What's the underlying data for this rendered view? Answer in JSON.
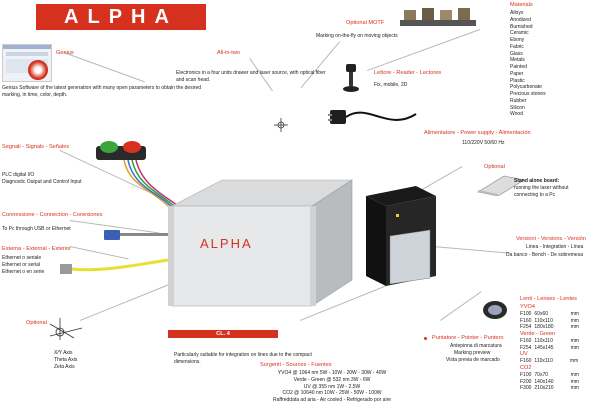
{
  "banner": {
    "title": "ALPHA"
  },
  "genius": {
    "label": "Genius",
    "text": "Genius Software of  the latest generation with many open parameters to obtain the desired marking, in time, color, depth."
  },
  "all_in_two": {
    "label": "All-in-two",
    "text": "Electronics in a four units drawer and laser source, with optical fiber and scan head."
  },
  "optional_motf": {
    "label": "Optional MOTF",
    "text": "Marking on-the-fly on moving objects"
  },
  "materials": {
    "label": "Materials",
    "items": [
      "Alloys",
      "Anodized",
      "Burnished",
      "Ceramic",
      "Ebony",
      "Fabric",
      "Glass",
      "Metals",
      "Painted",
      "Paper",
      "Plastic",
      "Polycarbonate",
      "Precious stones",
      "Rubber",
      "Silicon",
      "Wood"
    ]
  },
  "readers": {
    "label": "Lettore - Reader - Lectores",
    "text": "Fix, mobile, 2D"
  },
  "power": {
    "label": "Alimentatore - Power supply - Alimentación",
    "text": "110/220V 50/60 Hz"
  },
  "signals": {
    "label": "Segnali - Signals - Señales",
    "line1": "PLC digital I/O",
    "line2": "Diagnostic Output and Control Input"
  },
  "connections": {
    "label": "Connessione - Connection - Conexiones",
    "text": "To Pc through USB or Ethernet"
  },
  "external": {
    "label": "Esterna - External - Exterior",
    "lines": [
      "Ethernet o seriale",
      "Ethernet or serial",
      "Ethernet o en serie"
    ]
  },
  "device": {
    "front_text": "ALPHA"
  },
  "optional_standalone": {
    "label": "Optional",
    "title": "Stand alone board:",
    "text": "running the laser without connecting to a Pc"
  },
  "versions": {
    "label": "Versioni - Versions - Versión",
    "line1": "Linea - Integration - Línea",
    "line2": "Da banco - Bench - De sobremesa"
  },
  "optional_axis": {
    "label": "Optional",
    "lines": [
      "X/Y Axis",
      "Theta Axis",
      "Zeta Axis"
    ]
  },
  "cl4": {
    "text": "CL. 4"
  },
  "integration": {
    "text": "Particularly suitable for integration on lines due to the compact dimensions."
  },
  "pointer": {
    "label": "Puntatore - Pointer - Puntero",
    "lines": [
      "Antepinna di marcatura",
      "Marking preview",
      "Vista previa de marcado"
    ]
  },
  "sources": {
    "label": "Sorgenti - Sources - Fuentes",
    "lines": [
      "YVO4 @ 1064 nm  5W - 10W - 20W - 30W - 40W",
      "Verde - Green @ 532 nm 3W - 6W",
      "UV @ 355 nm 1W - 2,5W",
      "CO2 @ 10640 nm 10W - 25W - 50W - 100W",
      "Raffreddata ad aria - Air cooled - Refrigerado por aire"
    ]
  },
  "lenses": {
    "label": "Lenti - Lenses - Lentes",
    "groups": [
      {
        "name": "YVO4",
        "rows": [
          [
            "F100",
            "60x60",
            "mm"
          ],
          [
            "F160",
            "110x110",
            "mm"
          ],
          [
            "F254",
            "180x180",
            "mm"
          ]
        ]
      },
      {
        "name": "Verde - Green",
        "rows": [
          [
            "F160",
            "110x110",
            "mm"
          ],
          [
            "F254",
            "145x145",
            "mm"
          ]
        ]
      },
      {
        "name": "UV",
        "rows": [
          [
            "F160",
            "110x110",
            "mm"
          ]
        ]
      },
      {
        "name": "CO2",
        "rows": [
          [
            "F100",
            "70x70",
            "mm"
          ],
          [
            "F200",
            "140x140",
            "mm"
          ],
          [
            "F300",
            "210x210",
            "mm"
          ]
        ]
      }
    ]
  },
  "colors": {
    "accent": "#d6311f"
  }
}
